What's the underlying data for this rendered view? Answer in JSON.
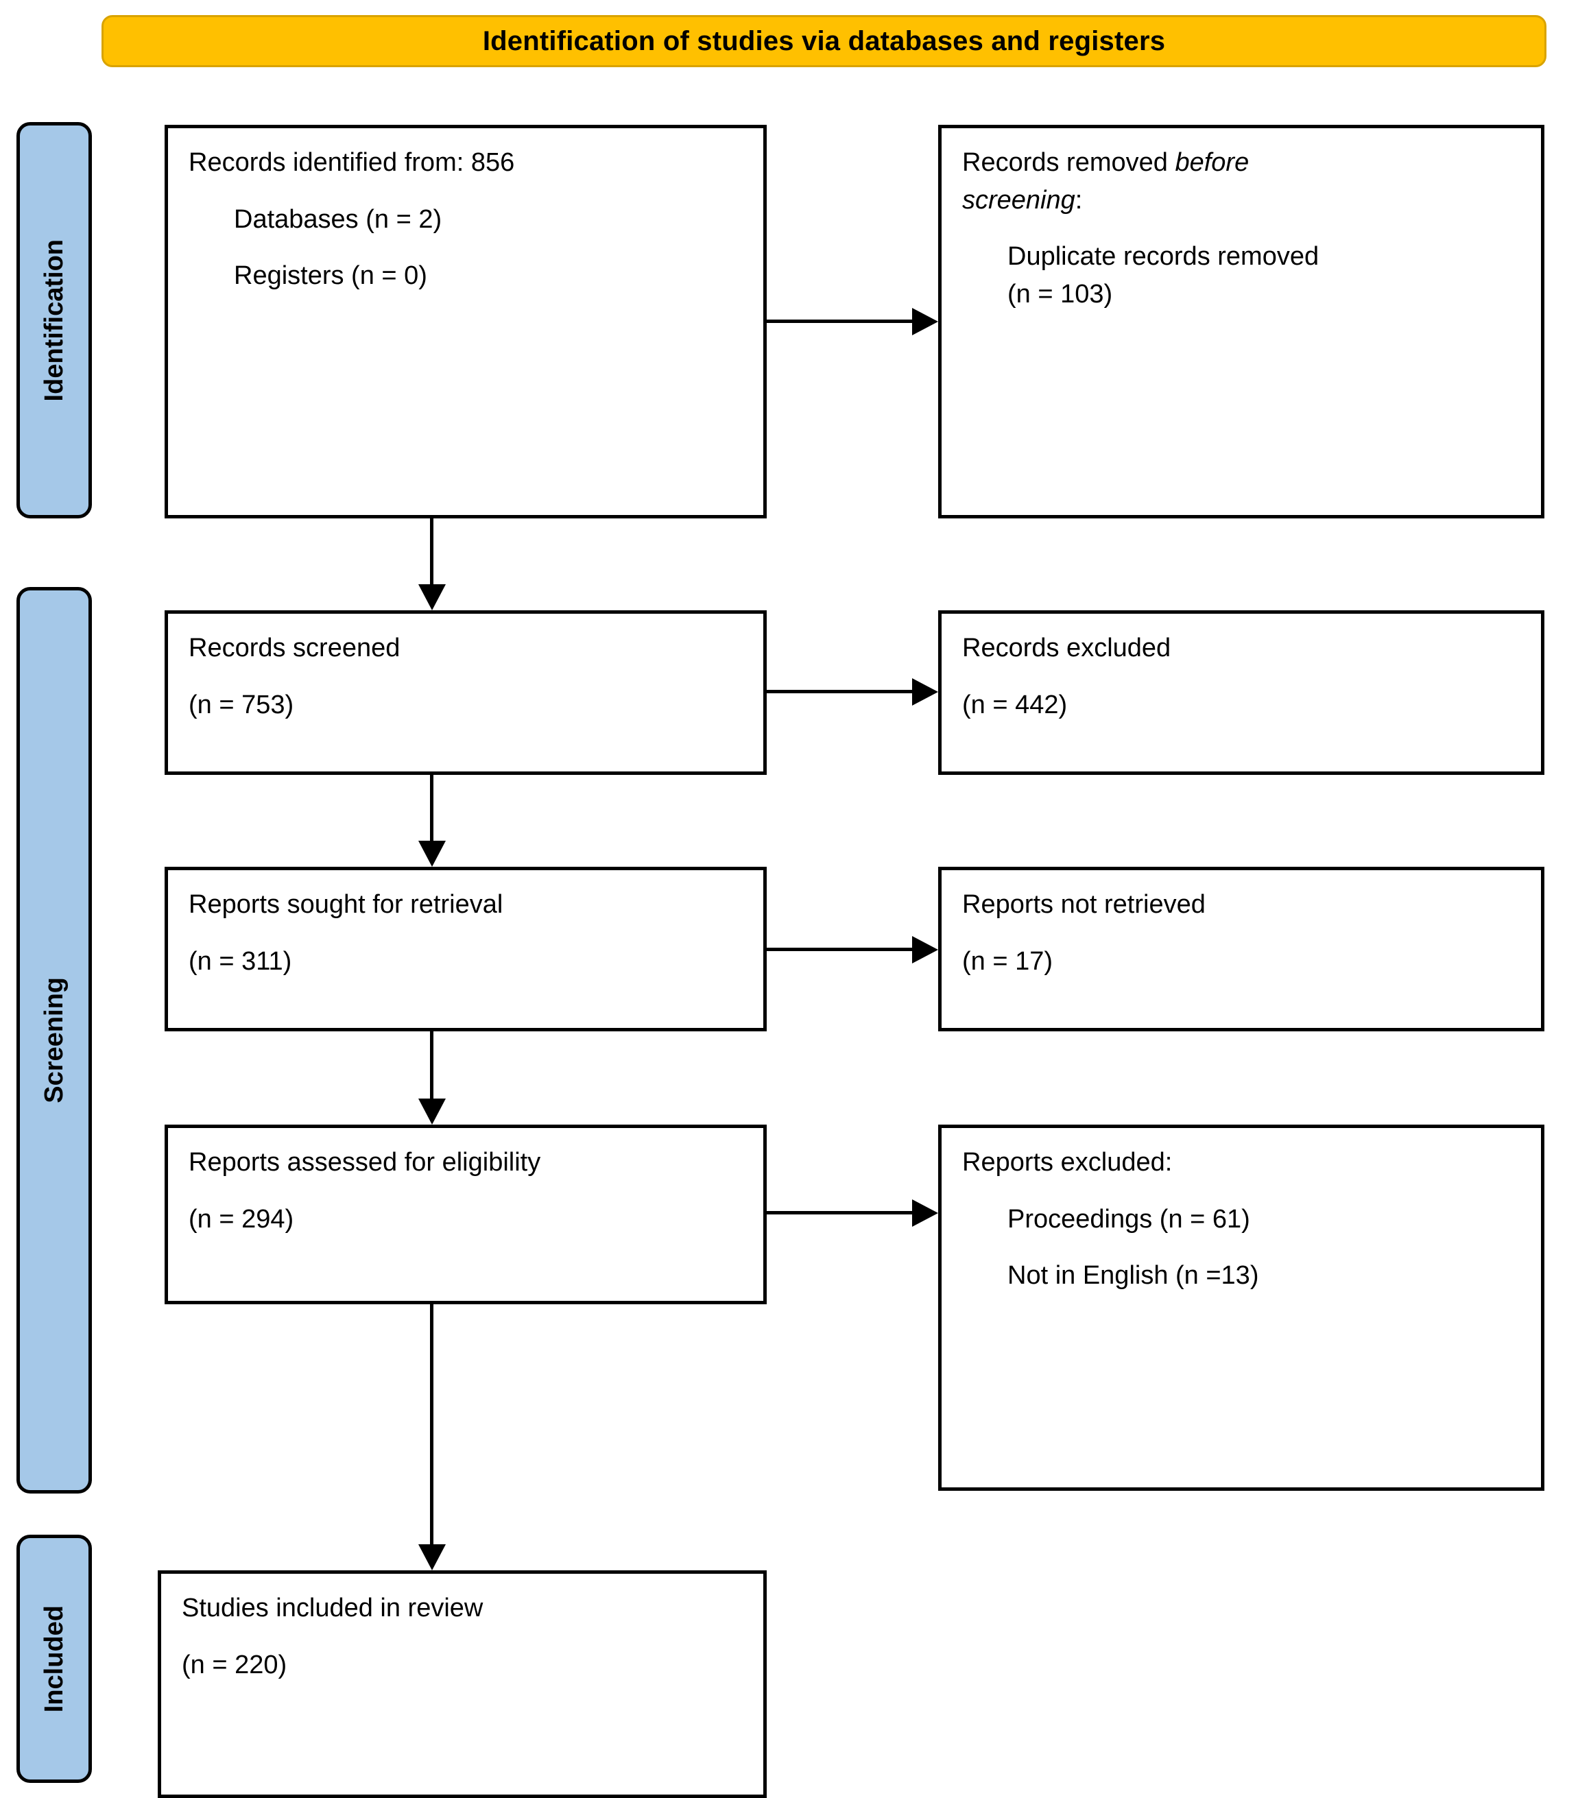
{
  "banner": {
    "title": "Identification of studies via databases and registers"
  },
  "stages": [
    {
      "label": "Identification"
    },
    {
      "label": "Screening"
    },
    {
      "label": "Included"
    }
  ],
  "boxes": {
    "identified": {
      "line1": "Records identified from: 856",
      "line2": "Databases (n = 2)",
      "line3": "Registers (n = 0)"
    },
    "removed": {
      "line1a": "Records removed ",
      "line1b": "before",
      "line2a": "screening",
      "line2b": ":",
      "line3": "Duplicate records removed",
      "line4": "(n = 103)"
    },
    "screened": {
      "line1": "Records screened",
      "line2": "(n = 753)"
    },
    "excluded": {
      "line1": "Records excluded",
      "line2": "(n = 442)"
    },
    "sought": {
      "line1": "Reports sought for retrieval",
      "line2": "(n = 311)"
    },
    "not_retrieved": {
      "line1": "Reports not retrieved",
      "line2": "(n = 17)"
    },
    "assessed": {
      "line1": "Reports assessed for eligibility",
      "line2": "(n = 294)"
    },
    "reports_excluded": {
      "line1": "Reports excluded:",
      "line2": "Proceedings (n = 61)",
      "line3": "Not in English (n =13)"
    },
    "included": {
      "line1": "Studies included in review",
      "line2": "(n = 220)"
    }
  },
  "colors": {
    "banner_fill": "#FFC000",
    "banner_border": "#D9A300",
    "stage_fill": "#A5C8E8",
    "stroke": "#000000",
    "box_fill": "#FFFFFF"
  }
}
